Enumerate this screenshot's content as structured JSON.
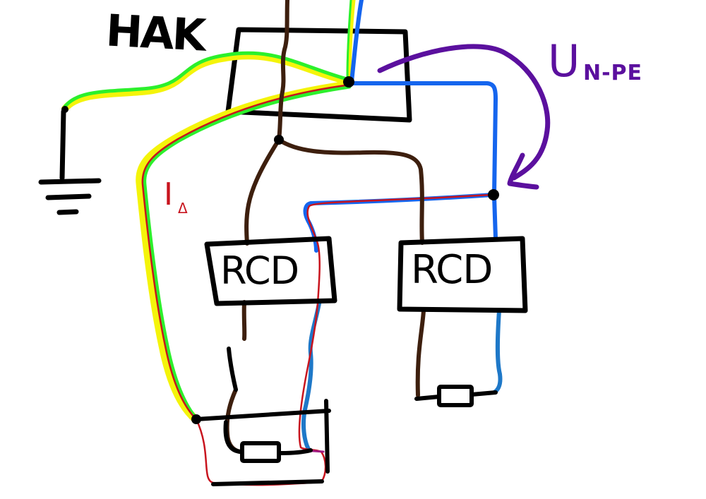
{
  "diagram": {
    "hak_label": "HAK",
    "rcd_left_label": "RCD",
    "rcd_right_label": "RCD",
    "voltage_label_main": "U",
    "voltage_label_sub": "N-PE",
    "fault_current_main": "I",
    "fault_current_sub": "Δ"
  },
  "colors": {
    "outline": "#000000",
    "phase_wire": "#3d1f0e",
    "neutral_wire": "#1565ee",
    "neutral_wire_lower": "#1e78c8",
    "pe_green": "#2cf02c",
    "pe_yellow": "#f4f40a",
    "fault_current_path": "#c8141e",
    "voltage_annotation": "#5b109e"
  },
  "icons": [
    "ground-symbol-icon",
    "resistor-icon",
    "arrow-icon"
  ]
}
